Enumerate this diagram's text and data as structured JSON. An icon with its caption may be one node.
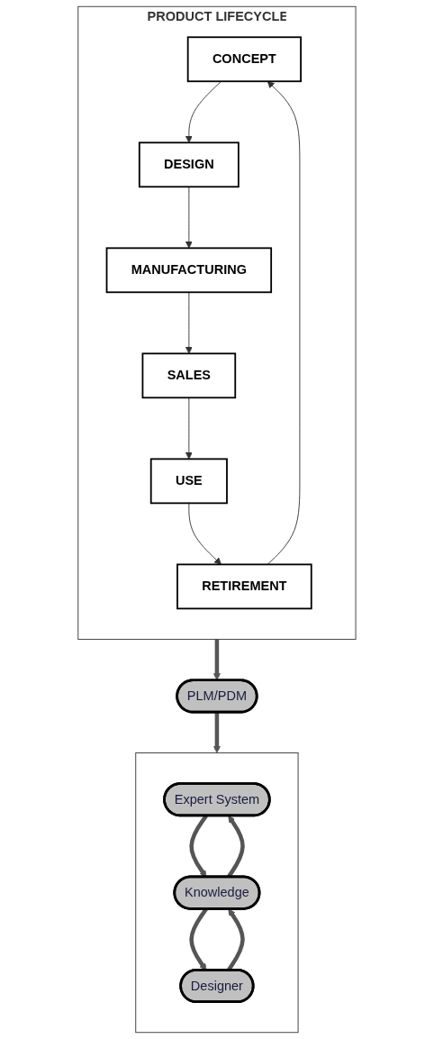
{
  "diagram": {
    "nodes": [
      {
        "text": [
          "PRODUCT LIFECYCLE"
        ]
      },
      {
        "text": [
          "CONCEPT"
        ],
        "in": 0
      },
      {
        "text": [
          "DESIGN"
        ],
        "in": 0
      },
      {
        "text": [
          "MANUFACTURING"
        ],
        "in": 0
      },
      {
        "text": [
          "SALES"
        ],
        "in": 0
      },
      {
        "text": [
          "USE"
        ],
        "in": 0
      },
      {
        "text": [
          "RETIREMENT"
        ],
        "in": 0
      },
      {
        "text": [
          "PLM/PDM"
        ]
      },
      {
        "text": [],
        "shape": "box"
      },
      {
        "text": [
          "Expert System"
        ],
        "in": 8
      },
      {
        "text": [
          "Knowledge"
        ],
        "in": 8
      },
      {
        "text": [
          "Designer"
        ],
        "in": 8
      }
    ],
    "edges": [
      {
        "from": 1,
        "to": 2,
        "arrow": "to"
      },
      {
        "from": 2,
        "to": 3,
        "arrow": "to"
      },
      {
        "from": 3,
        "to": 4,
        "arrow": "to"
      },
      {
        "from": 4,
        "to": 5,
        "arrow": "to"
      },
      {
        "from": 5,
        "to": 6,
        "arrow": "to"
      },
      {
        "from": 6,
        "to": 1,
        "arrow": "to"
      },
      {
        "from": 0,
        "to": 7,
        "arrow": "to",
        "style": "thick"
      },
      {
        "from": 7,
        "to": 8,
        "arrow": "to",
        "style": "thick"
      },
      {
        "from": 10,
        "to": 9,
        "arrow": "to",
        "style": "thick"
      },
      {
        "from": 9,
        "to": 10,
        "arrow": "to",
        "style": "thick"
      },
      {
        "from": 11,
        "to": 10,
        "arrow": "to",
        "style": "thick"
      },
      {
        "from": 10,
        "to": 11,
        "arrow": "to",
        "style": "thick"
      }
    ]
  }
}
